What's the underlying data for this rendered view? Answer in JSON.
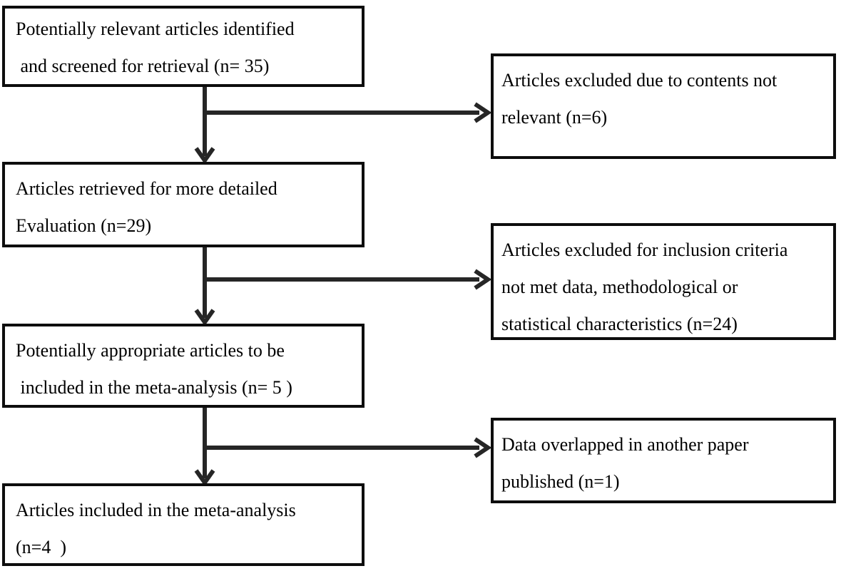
{
  "boxes": {
    "left": [
      {
        "id": "identified-screened",
        "n": 35,
        "lines": [
          "Potentially relevant articles identified",
          " and screened for retrieval (n= 35)"
        ]
      },
      {
        "id": "retrieved-detailed-evaluation",
        "n": 29,
        "lines": [
          "Articles retrieved for more detailed",
          "Evaluation (n=29)"
        ]
      },
      {
        "id": "potentially-appropriate",
        "n": 5,
        "lines": [
          "Potentially appropriate articles to be",
          " included in the meta-analysis (n= 5 )"
        ]
      },
      {
        "id": "included-meta-analysis",
        "n": 4,
        "lines": [
          "Articles included in the meta-analysis",
          "(n=4  )"
        ]
      }
    ],
    "right": [
      {
        "id": "excluded-not-relevant",
        "n": 6,
        "lines": [
          "Articles excluded due to contents not",
          "relevant (n=6)"
        ]
      },
      {
        "id": "excluded-criteria-not-met",
        "n": 24,
        "lines": [
          "Articles excluded for inclusion criteria",
          "not met data, methodological or",
          "statistical characteristics (n=24)"
        ]
      },
      {
        "id": "data-overlapped",
        "n": 1,
        "lines": [
          "Data overlapped in another paper",
          "published (n=1)"
        ]
      }
    ]
  },
  "colors": {
    "background": "#ffffff",
    "box_border": "#0d0d0d",
    "text": "#000000",
    "arrow": "#262626"
  }
}
